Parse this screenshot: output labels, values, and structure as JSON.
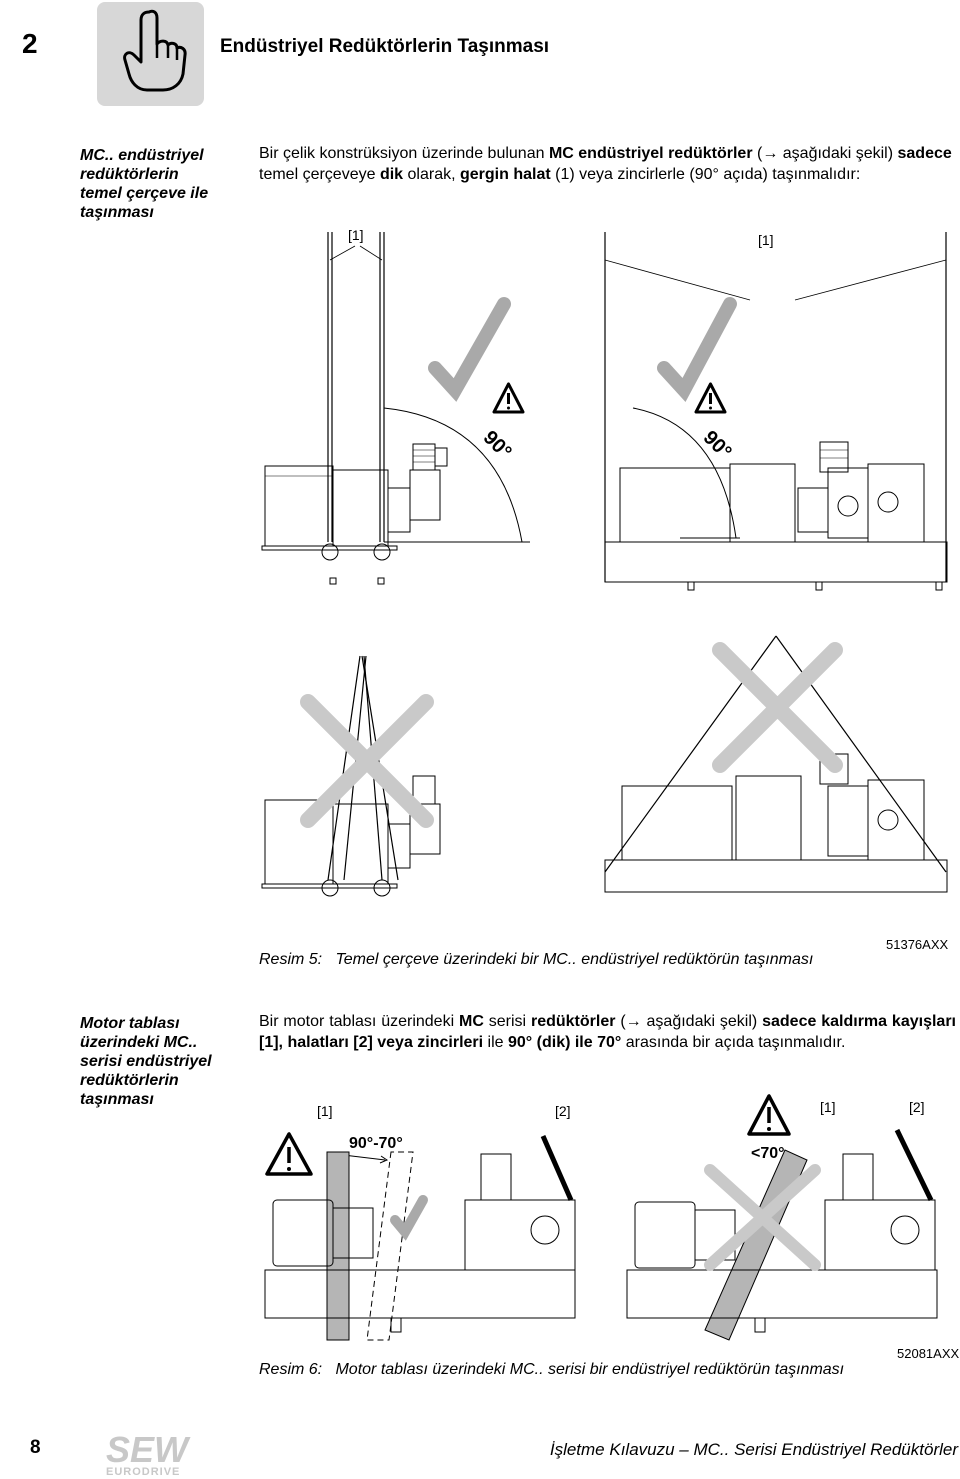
{
  "header": {
    "chapter_number": "2",
    "chapter_title": "Endüstriyel Redüktörlerin Taşınması"
  },
  "section1": {
    "side_heading": [
      "MC.. endüstriyel",
      "redüktörlerin",
      "temel çerçeve ile",
      "taşınması"
    ],
    "para": {
      "t1": "Bir çelik konstrüksiyon üzerinde bulunan ",
      "b1": "MC endüstriyel redüktörler",
      "t2": " (",
      "arrow": "→",
      "t3": " aşağıdaki şekil) ",
      "b2": "sadece",
      "t4": " temel çerçeveye ",
      "b3": "dik",
      "t5": " olarak, ",
      "b4": "gergin halat",
      "t6": " (1) veya zincirlerle (90° açıda) taşınmalıdır:"
    },
    "figure": {
      "label_left": "[1]",
      "label_right": "[1]",
      "angle_left": "90°",
      "angle_right": "90°"
    },
    "caption_label": "Resim 5:",
    "caption_text": "Temel çerçeve üzerindeki bir MC.. endüstriyel redüktörün taşınması",
    "figure_code": "51376AXX"
  },
  "section2": {
    "side_heading": [
      "Motor tablası",
      "üzerindeki MC..",
      "serisi endüstriyel",
      "redüktörlerin",
      "taşınması"
    ],
    "para": {
      "t1": "Bir motor tablası üzerindeki ",
      "b1": "MC",
      "t2": " serisi ",
      "b2": "redüktörler",
      "t3": " (",
      "arrow": "→",
      "t4": " aşağıdaki şekil) ",
      "b3": "sadece kaldırma kayışları [1], halatları [2] veya zincirleri",
      "t5": " ile ",
      "b4": "90° (dik) ile 70°",
      "t6": " arasında bir açıda taşınmalıdır."
    },
    "figure": {
      "label_a1": "[1]",
      "label_a2": "[2]",
      "angle_a": "90°-70°",
      "label_b1": "[1]",
      "label_b2": "[2]",
      "angle_b": "<70°"
    },
    "caption_label": "Resim 6:",
    "caption_text": "Motor tablası üzerindeki MC.. serisi bir endüstriyel redüktörün taşınması",
    "figure_code": "52081AXX"
  },
  "footer": {
    "page_number": "8",
    "logo_text_top": "SEW",
    "logo_text_bottom": "EURODRIVE",
    "doc_title": "İşletme Kılavuzu – MC.. Serisi Endüstriyel Redüktörler"
  },
  "colors": {
    "header_box": "#d7d7d7",
    "check_gray": "#a9a9a9",
    "cross_gray": "#c9c9c9",
    "strap_gray": "#b5b5b5"
  }
}
